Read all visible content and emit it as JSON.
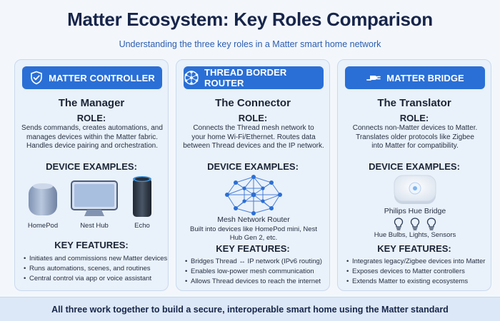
{
  "header": {
    "title": "Matter Ecosystem: Key Roles Comparison",
    "subtitle": "Understanding the three key roles in a Matter smart home network"
  },
  "cards": [
    {
      "badge": "MATTER CONTROLLER",
      "badge_icon": "shield-check-icon",
      "nickname": "The Manager",
      "role_heading": "ROLE:",
      "role_lines": [
        "Sends commands, creates automations, and",
        "manages devices within the Matter fabric.",
        "Handles device pairing and orchestration."
      ],
      "examples_heading": "DEVICE EXAMPLES:",
      "devices": [
        {
          "label": "HomePod",
          "icon": "homepod-icon"
        },
        {
          "label": "Nest Hub",
          "icon": "nest-hub-icon"
        },
        {
          "label": "Echo",
          "icon": "echo-icon"
        }
      ],
      "features_heading": "KEY FEATURES:",
      "features": [
        "Initiates and commissions new Matter devices",
        "Runs automations, scenes, and routines",
        "Central control via app or voice assistant"
      ]
    },
    {
      "badge": "THREAD BORDER ROUTER",
      "badge_icon": "network-globe-icon",
      "nickname": "The Connector",
      "role_heading": "ROLE:",
      "role_lines": [
        "Connects the Thread mesh network to",
        "your home Wi-Fi/Ethernet. Routes data",
        "between Thread devices and the IP network."
      ],
      "examples_heading": "DEVICE EXAMPLES:",
      "device_title": "Mesh Network Router",
      "device_desc_lines": [
        "Built into devices like HomePod mini, Nest",
        "Hub Gen 2, etc."
      ],
      "features_heading": "KEY FEATURES:",
      "features": [
        "Bridges Thread ↔ IP network (IPv6 routing)",
        "Enables low-power mesh communication",
        "Allows Thread devices to reach the internet"
      ]
    },
    {
      "badge": "MATTER BRIDGE",
      "badge_icon": "plug-icon",
      "nickname": "The Translator",
      "role_heading": "ROLE:",
      "role_lines": [
        "Connects non-Matter devices to Matter.",
        "Translates older protocols like Zigbee",
        "into Matter for compatibility."
      ],
      "examples_heading": "DEVICE EXAMPLES:",
      "device_title": "Philips Hue Bridge",
      "device_sub": "Hue Bulbs, Lights, Sensors",
      "features_heading": "KEY FEATURES:",
      "features": [
        "Integrates legacy/Zigbee devices into Matter",
        "Exposes devices to Matter controllers",
        "Extends Matter to existing ecosystems"
      ]
    }
  ],
  "footer": {
    "text": "All three work together to build a secure, interoperable smart home using the Matter standard"
  },
  "colors": {
    "accent": "#2a6fd6",
    "title": "#17254a",
    "card_bg": "#e9f1fa"
  }
}
